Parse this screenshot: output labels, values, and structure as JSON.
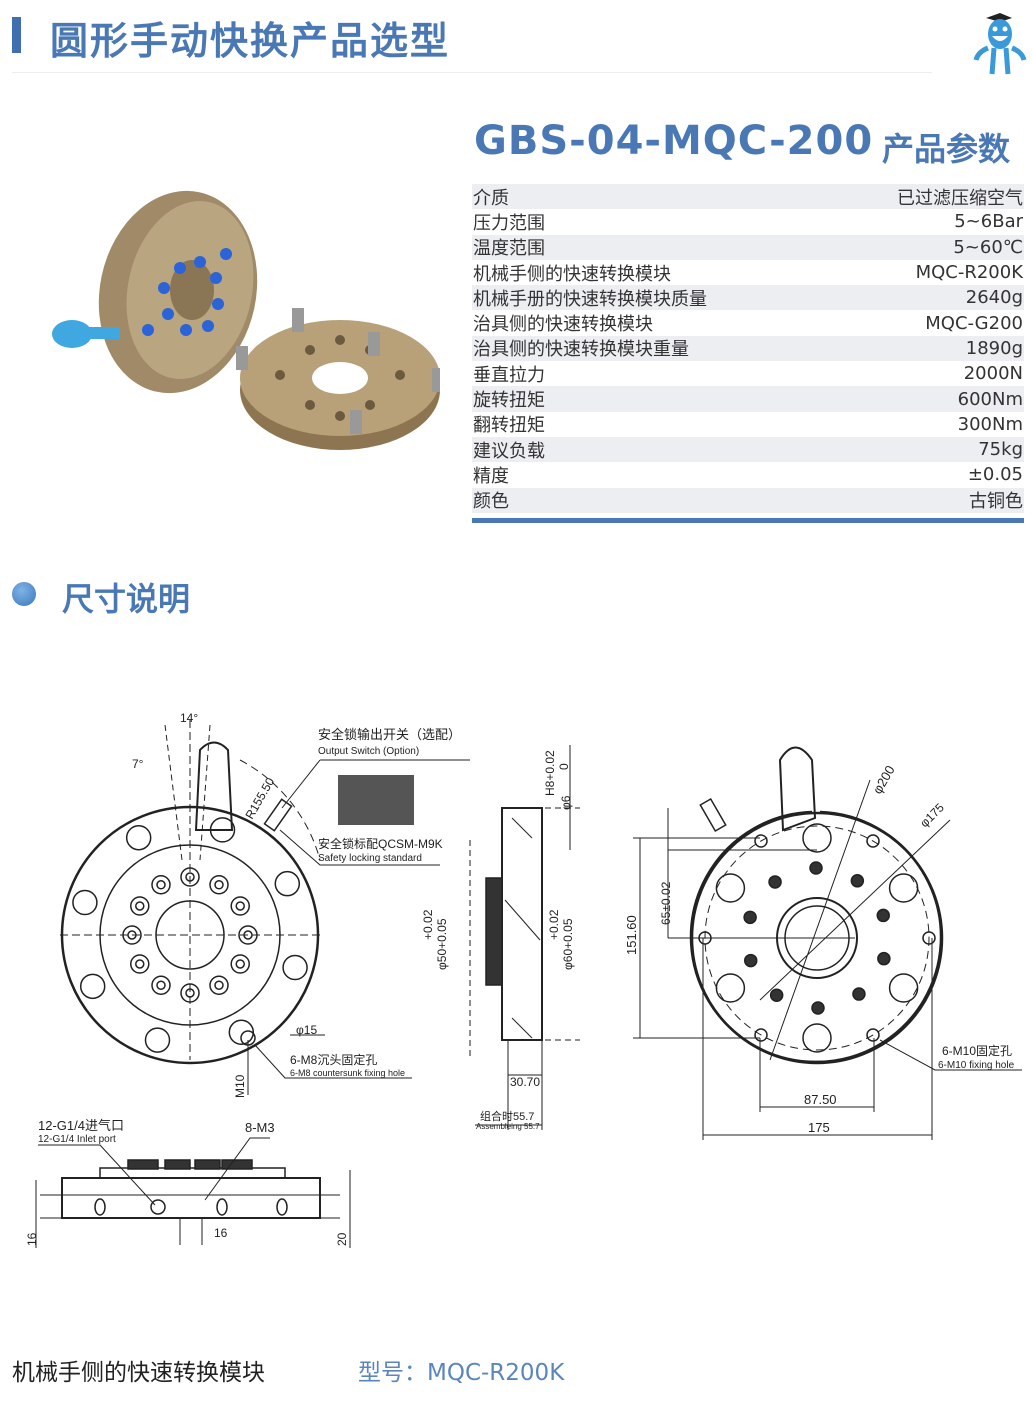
{
  "header": {
    "title": "圆形手动快换产品选型"
  },
  "product": {
    "model": "GBS-04-MQC-200",
    "params_title": "产品参数"
  },
  "specs": [
    {
      "label": "介质",
      "value": "已过滤压缩空气"
    },
    {
      "label": "压力范围",
      "value": "5~6Bar"
    },
    {
      "label": "温度范围",
      "value": "5~60℃"
    },
    {
      "label": "机械手侧的快速转换模块",
      "value": "MQC-R200K"
    },
    {
      "label": "机械手册的快速转换模块质量",
      "value": "2640g"
    },
    {
      "label": "治具侧的快速转换模块",
      "value": "MQC-G200"
    },
    {
      "label": "治具侧的快速转换模块重量",
      "value": "1890g"
    },
    {
      "label": "垂直拉力",
      "value": "2000N"
    },
    {
      "label": "旋转扭矩",
      "value": "600Nm"
    },
    {
      "label": "翻转扭矩",
      "value": "300Nm"
    },
    {
      "label": "建议负载",
      "value": "75kg"
    },
    {
      "label": "精度",
      "value": "±0.05"
    },
    {
      "label": "颜色",
      "value": "古铜色"
    }
  ],
  "dimensions": {
    "title": "尺寸说明",
    "labels": {
      "angle14": "14°",
      "angle7": "7°",
      "r155": "R155.50",
      "d15": "φ15",
      "m8_cn": "6-M8沉头固定孔",
      "m8_en": "6-M8 countersunk fixing hole",
      "m10": "M10",
      "switch_cn": "安全锁输出开关（选配）",
      "switch_en": "Output Switch (Option)",
      "lock_cn": "安全锁标配QCSM-M9K",
      "lock_en": "Safety locking standard",
      "h8": "H8+0.02",
      "h8b": "0",
      "d6": "φ6",
      "d50a": "+0.02",
      "d50": "φ50+0.05",
      "d60a": "+0.02",
      "d60": "φ60+0.05",
      "w3070": "30.70",
      "asm_cn": "组合时55.7",
      "asm_en": "Assembleing 55.7",
      "h151": "151.60",
      "h65": "65±0.02",
      "d200": "φ200",
      "d175": "φ175",
      "m10_cn": "6-M10固定孔",
      "m10_en": "6-M10 fixing hole",
      "w8750": "87.50",
      "w175": "175",
      "g14_cn": "12-G1/4进气口",
      "g14_en": "12-G1/4 Inlet port",
      "m3": "8-M3",
      "s16a": "16",
      "s16b": "16",
      "s20": "20"
    }
  },
  "footer": {
    "name": "机械手侧的快速转换模块",
    "model": "型号：MQC-R200K"
  },
  "colors": {
    "accent": "#4a78b5",
    "row_alt": "#eceef2"
  }
}
